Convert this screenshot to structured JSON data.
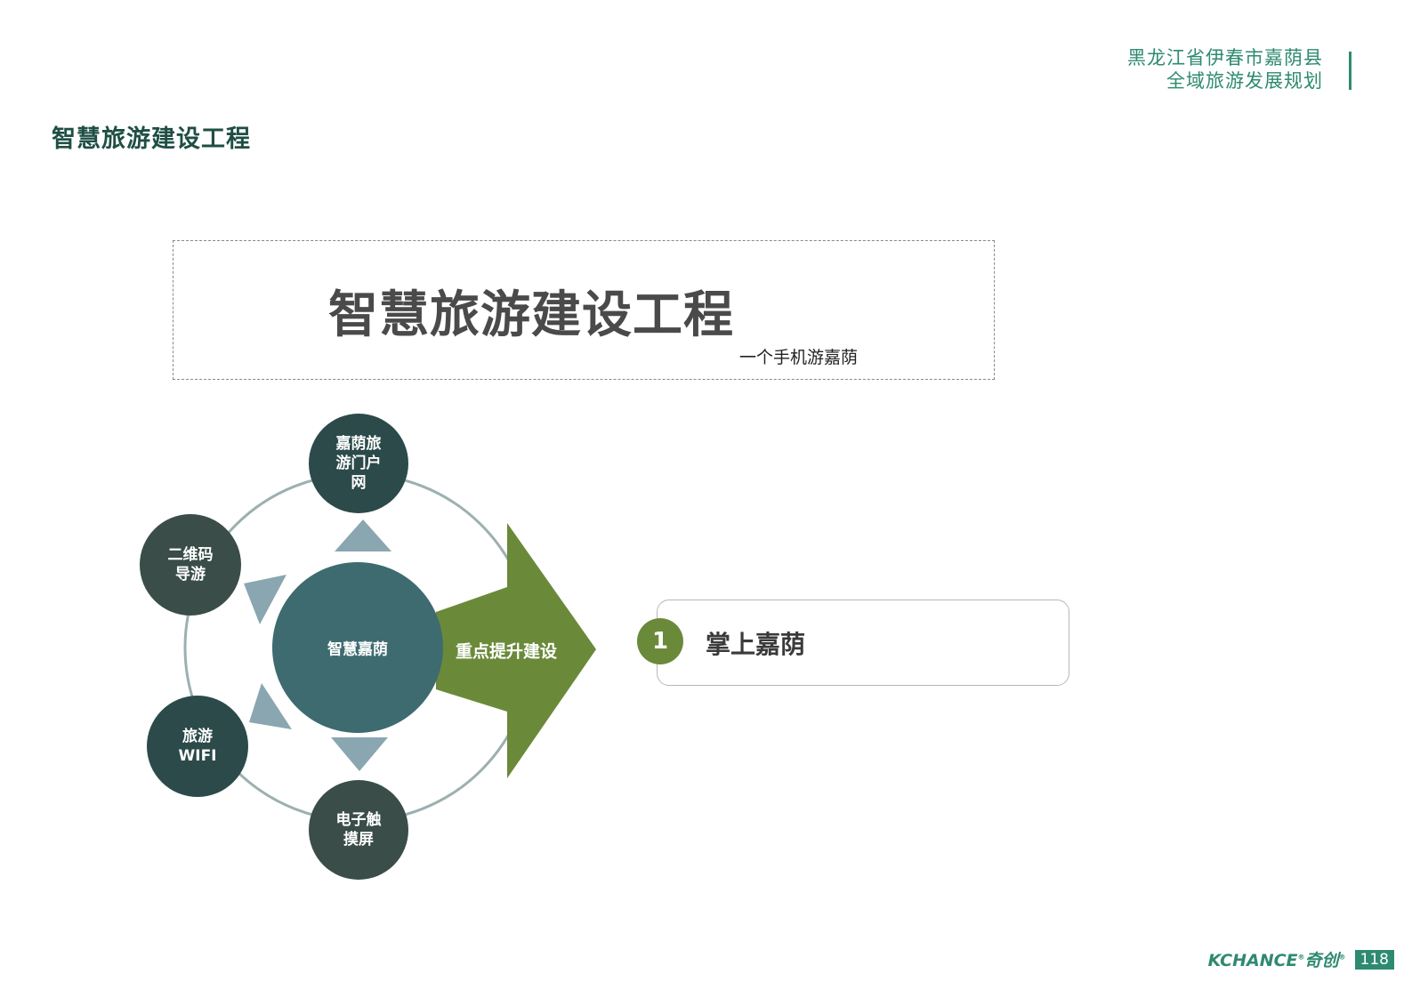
{
  "header": {
    "org_line1": "黑龙江省伊春市嘉荫县",
    "org_line2": "全域旅游发展规划"
  },
  "page_title": "智慧旅游建设工程",
  "title_box": {
    "title": "智慧旅游建设工程",
    "subtitle": "一个手机游嘉荫"
  },
  "diagram": {
    "center": "智慧嘉荫",
    "arrow_label": "重点提升建设",
    "nodes": [
      {
        "id": "portal",
        "lines": [
          "嘉荫旅",
          "游门户",
          "网"
        ]
      },
      {
        "id": "qr",
        "lines": [
          "二维码",
          "导游"
        ]
      },
      {
        "id": "wifi",
        "lines": [
          "旅游",
          "WIFI"
        ]
      },
      {
        "id": "touch",
        "lines": [
          "电子触",
          "摸屏"
        ]
      }
    ],
    "colors": {
      "node_dark": "#2c4a4a",
      "node_gray": "#3a4d48",
      "center": "#3d6b70",
      "triangle": "#8aa6b0",
      "ring": "#9cb0b0",
      "arrow": "#6a8a3a"
    }
  },
  "list_item": {
    "number": "1",
    "label": "掌上嘉荫"
  },
  "footer": {
    "brand": "KCHANCE",
    "brand_cn": "奇创",
    "page_number": "118"
  }
}
